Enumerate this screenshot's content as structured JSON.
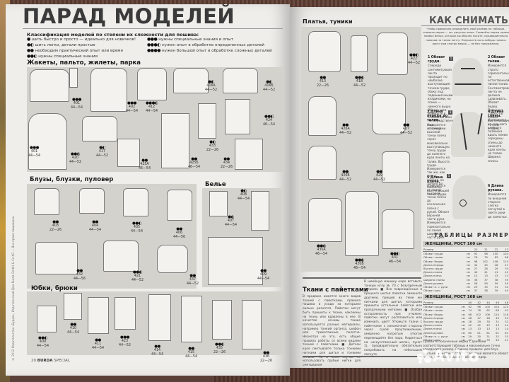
{
  "left_page": {
    "title": "ПАРАД МОДЕЛЕЙ",
    "copyright": "© 2012 Издательство «Бурда», Издательский Дом Burda GmbH & Co KG ... Все права защищены",
    "legend": {
      "heading": "Классификация моделей по степени их сложности для пошива:",
      "items": [
        {
          "dots": "●",
          "text": "шить быстро и просто — идеально для новичков!"
        },
        {
          "dots": "●◐",
          "text": "шить легко, детали простые"
        },
        {
          "dots": "●●",
          "text": "необходим практический опыт или время"
        },
        {
          "dots": "●●◐",
          "text": "нужны специальные знания"
        },
        {
          "dots": "●●●",
          "text": "нужны специальные знания и опыт"
        },
        {
          "dots": "●●●◐",
          "text": "нужен опыт в обработке определенных деталей"
        },
        {
          "dots": "●●●●",
          "text": "нужен большой опыт в обработке сложных деталей"
        }
      ]
    },
    "sections": {
      "jackets": {
        "title": "Жакеты, пальто, жилеты, парка",
        "models": [
          {
            "dots": "●●●",
            "num": "401",
            "sizes": "44—54"
          },
          {
            "dots": "●●●",
            "num": "402",
            "sizes": "44—54"
          },
          {
            "dots": "●●●◐",
            "num": "412",
            "sizes": "44—54"
          },
          {
            "dots": "●◐",
            "num": "416А",
            "sizes": "44—52"
          },
          {
            "dots": "●◐",
            "num": "416Б",
            "sizes": "44—52"
          },
          {
            "dots": "●●◐",
            "num": "420",
            "sizes": "44—52"
          },
          {
            "dots": "●◐",
            "num": "417",
            "sizes": "44—52"
          },
          {
            "dots": "●●",
            "num": "425А",
            "sizes": "46—54"
          },
          {
            "dots": "●●",
            "num": "425Б",
            "sizes": "46—54"
          },
          {
            "dots": "●◐",
            "num": "433",
            "sizes": "22—26"
          },
          {
            "dots": "●●",
            "num": "434",
            "sizes": "22—26"
          },
          {
            "dots": "●●◐",
            "num": "424",
            "sizes": "46—54"
          }
        ]
      },
      "blouses": {
        "title": "Блузы, блузки, пуловер",
        "models": [
          {
            "dots": "●●",
            "num": "403",
            "sizes": "22—26"
          },
          {
            "dots": "●●",
            "num": "404",
            "sizes": "44—54"
          },
          {
            "dots": "●●◐",
            "num": "405",
            "sizes": "44—54"
          },
          {
            "dots": "●●",
            "num": "406",
            "sizes": "44—56"
          },
          {
            "dots": "●●",
            "num": "432",
            "sizes": "44—56"
          },
          {
            "dots": "●●◐",
            "num": "421",
            "sizes": "44—52"
          },
          {
            "dots": "●●",
            "num": "437",
            "sizes": "44—52"
          }
        ]
      },
      "lingerie": {
        "title": "Белье",
        "models": [
          {
            "dots": "●◐",
            "num": "408",
            "sizes": "44—54"
          },
          {
            "dots": "●◐",
            "num": "407",
            "sizes": "44—54"
          },
          {
            "dots": "●●",
            "num": "409",
            "sizes": "44—54"
          }
        ]
      },
      "skirts": {
        "title": "Юбки, брюки",
        "models": [
          {
            "dots": "●●◐",
            "num": "409",
            "sizes": "44—54"
          },
          {
            "dots": "●●",
            "num": "410",
            "sizes": "44—54"
          },
          {
            "dots": "●●",
            "num": "411",
            "sizes": "44—54"
          },
          {
            "dots": "●●●",
            "num": "423",
            "sizes": "44—52"
          },
          {
            "dots": "●●",
            "num": "414",
            "sizes": "44—54"
          },
          {
            "dots": "●●",
            "num": "415",
            "sizes": "44—54"
          },
          {
            "dots": "●●◐",
            "num": "435",
            "sizes": "22—26"
          },
          {
            "dots": "●●",
            "num": "436",
            "sizes": "22—26"
          }
        ]
      }
    },
    "footer": {
      "page": "20",
      "brand": "BURDA",
      "suffix": "SPECIAL"
    }
  },
  "right_page": {
    "dresses": {
      "title": "Платья, туники",
      "models": [
        {
          "dots": "●●",
          "num": "413",
          "sizes": "22—26"
        },
        {
          "dots": "●●◐",
          "num": "418",
          "sizes": "44—52"
        },
        {
          "dots": "●●◐",
          "num": "422",
          "sizes": "44—52"
        },
        {
          "dots": "●●",
          "num": "426А",
          "sizes": "44—52"
        },
        {
          "dots": "●●",
          "num": "427",
          "sizes": "44—52"
        },
        {
          "dots": "●●",
          "num": "426Б",
          "sizes": "44—52"
        },
        {
          "dots": "●●",
          "num": "429",
          "sizes": "44—52"
        },
        {
          "dots": "●●◐",
          "num": "430А",
          "sizes": "46—54"
        },
        {
          "dots": "●●◐",
          "num": "430Б",
          "sizes": "46—54"
        },
        {
          "dots": "●●◐",
          "num": "431",
          "sizes": "46—54"
        }
      ]
    },
    "sequins": {
      "title": "Ткани с пайетками",
      "col1": "В продаже имеется много видов тканей с пайетками, правила пошива и ухода за которыми сильно разнятся. Пайетки могут быть пришиты к ткани, наклеены на ткань или вдавлены в нее. В качестве основы также используются разные материалы, например тонкий органза, шифон или трикотажные полотна. Несмотря на это, есть общие правила работы со всеми видами тканей с пайетками. ■ Детали кроя сметывайте только тонкими нитками для шитья и тонкими иглами. Ни в коем случае не использовать грубые нитки для сметывания",
      "col2": "В швейную машину надо вставить тонкую иглу № 70 с безупречным острием. ■ Все повреждённые в процессе шитья пайетки замените другими, пришив их теми же нитками для шитья, которыми пришиты остальные пайетки или прозрачными нитками. ■ Особая осторожность при утюжке: пайетки могут расплавиться или изменить цвет! Утюжьте ткани с пайетками с изнаночной стороны через сухой проутюжильник, умеренно нагретым утюгом перемещайте без пара. Надеяться на «искусственный шелк», пункт 1), предварительно обязательно попробовать на небольшом лоскуте."
    },
    "how_to": {
      "title": "КАК СНИМАТЬ МЕРКИ",
      "intro": "Чтобы правильно определить свой размер по таблице, снимите мерки — см. рисунки ниже. Снимайте мерки прямо поверх белья, которое вы обычно носите, предварительно повязав на талии ленту. Попросите кого-нибудь помочь вам и при снятии мерок — не без напряжения.",
      "steps": [
        {
          "n": "1",
          "label": "Обхват груди.",
          "text": "Спереди сантиметровая лента проходит по наиболее выступающим точкам груди, сбоку под подмышечными впадинами, на спине — немного выше. Обхват шеи. Измерьте в основании шеи непосредственно над ключицами."
        },
        {
          "n": "2",
          "label": "Обхват талии.",
          "text": "Измеряется строго горизонтально по естественной линии талии. Сантиметровая лента не должна сдавливать. Обхват бедер. Проходит строго по самым выступающим точкам ягодиц."
        },
        {
          "n": "3",
          "label": "Длина переда до талии.",
          "text": "Измеряется от самой высокой точки плеча через максимально выступающую точку груди до нижнего края ленты на талии. Высота груди. Измеряется так же, как длина переда, но только до наиболее выступающей точки груди."
        },
        {
          "n": "4",
          "label": "Длина спины.",
          "text": "Измеряется от седьмого шейного позвонка вдоль линии середины спины до нижнего края ленты на талии. Ширина спины."
        },
        {
          "n": "5",
          "label": "Длина плеча.",
          "text": "Измеряется от самой высокой точки плеча до сочленения плеча с рукой. Обхват верхней части руки. Измеряется горизонтально по самой широкой части руки."
        },
        {
          "n": "6",
          "label": "Длина рукава.",
          "text": "Измеряется по внешней стороне слегка согнутой в локте руки до запястья."
        }
      ]
    },
    "size_tables": {
      "title": "ТАБЛИЦЫ РАЗМЕРОВ",
      "unit": "см",
      "tables": [
        {
          "band": "ЖЕНЩИНЫ, РОСТ 160 см",
          "header_label": "Размер",
          "sizes": [
            "20",
            "21",
            "22",
            "23"
          ],
          "rows": [
            {
              "name": "Обхват груди",
              "vals": [
                "92",
                "96",
                "100",
                "104"
              ]
            },
            {
              "name": "Обхват талии",
              "vals": [
                "76",
                "79",
                "83",
                "86"
              ]
            },
            {
              "name": "Обхват бедер",
              "vals": [
                "98",
                "102",
                "106",
                "110"
              ]
            },
            {
              "name": "Длина переда",
              "vals": [
                "44",
                "45",
                "46",
                "47"
              ]
            },
            {
              "name": "Высота груди",
              "vals": [
                "27",
                "28",
                "29",
                "30"
              ]
            },
            {
              "name": "Длина спины",
              "vals": [
                "40",
                "41",
                "41",
                "42"
              ]
            },
            {
              "name": "Длина плеча",
              "vals": [
                "13",
                "13",
                "13",
                "13"
              ]
            },
            {
              "name": "Ширина спины",
              "vals": [
                "36",
                "37",
                "38",
                "39"
              ]
            },
            {
              "name": "Длина рукава",
              "vals": [
                "58",
                "59",
                "59",
                "59"
              ]
            },
            {
              "name": "Обхват в. ч. руки",
              "vals": [
                "29",
                "30",
                "31",
                "32"
              ]
            },
            {
              "name": "Обхват шеи",
              "vals": [
                "37",
                "38",
                "39",
                "40"
              ]
            }
          ]
        },
        {
          "band": "ЖЕНЩИНЫ, РОСТ 168 см",
          "header_label": "Размер",
          "sizes": [
            "40",
            "42",
            "44",
            "46",
            "48"
          ],
          "rows": [
            {
              "name": "Обхват груди",
              "vals": [
                "92",
                "96",
                "100",
                "104",
                "110"
              ]
            },
            {
              "name": "Обхват талии",
              "vals": [
                "74",
                "78",
                "82",
                "86",
                "92"
              ]
            },
            {
              "name": "Обхват бедер",
              "vals": [
                "98",
                "102",
                "106",
                "110",
                "116"
              ]
            },
            {
              "name": "Длина переда",
              "vals": [
                "46",
                "47",
                "48",
                "49",
                "50"
              ]
            },
            {
              "name": "Высота груди",
              "vals": [
                "28",
                "29",
                "30",
                "31",
                "32"
              ]
            },
            {
              "name": "Длина спины",
              "vals": [
                "42",
                "42",
                "43",
                "43",
                "44"
              ]
            },
            {
              "name": "Длина плеча",
              "vals": [
                "13",
                "13",
                "13",
                "13",
                "14"
              ]
            },
            {
              "name": "Длина рукава",
              "vals": [
                "60",
                "61",
                "61",
                "61",
                "61"
              ]
            },
            {
              "name": "Обхват в. ч. руки",
              "vals": [
                "29",
                "30",
                "31",
                "32",
                "33"
              ]
            },
            {
              "name": "Обхват шеи",
              "vals": [
                "37",
                "38",
                "39",
                "40",
                "41"
              ]
            }
          ]
        }
      ],
      "compare_text": "Сравните полученные мерки с данными соответствующей таблицы и максимально точно определите размер. Главное правило: для блуз, платьев, жакетов и пальто ключевой является обхват груди, для юбок и брюк — обхват бедер."
    },
    "watermark": "Avito"
  }
}
